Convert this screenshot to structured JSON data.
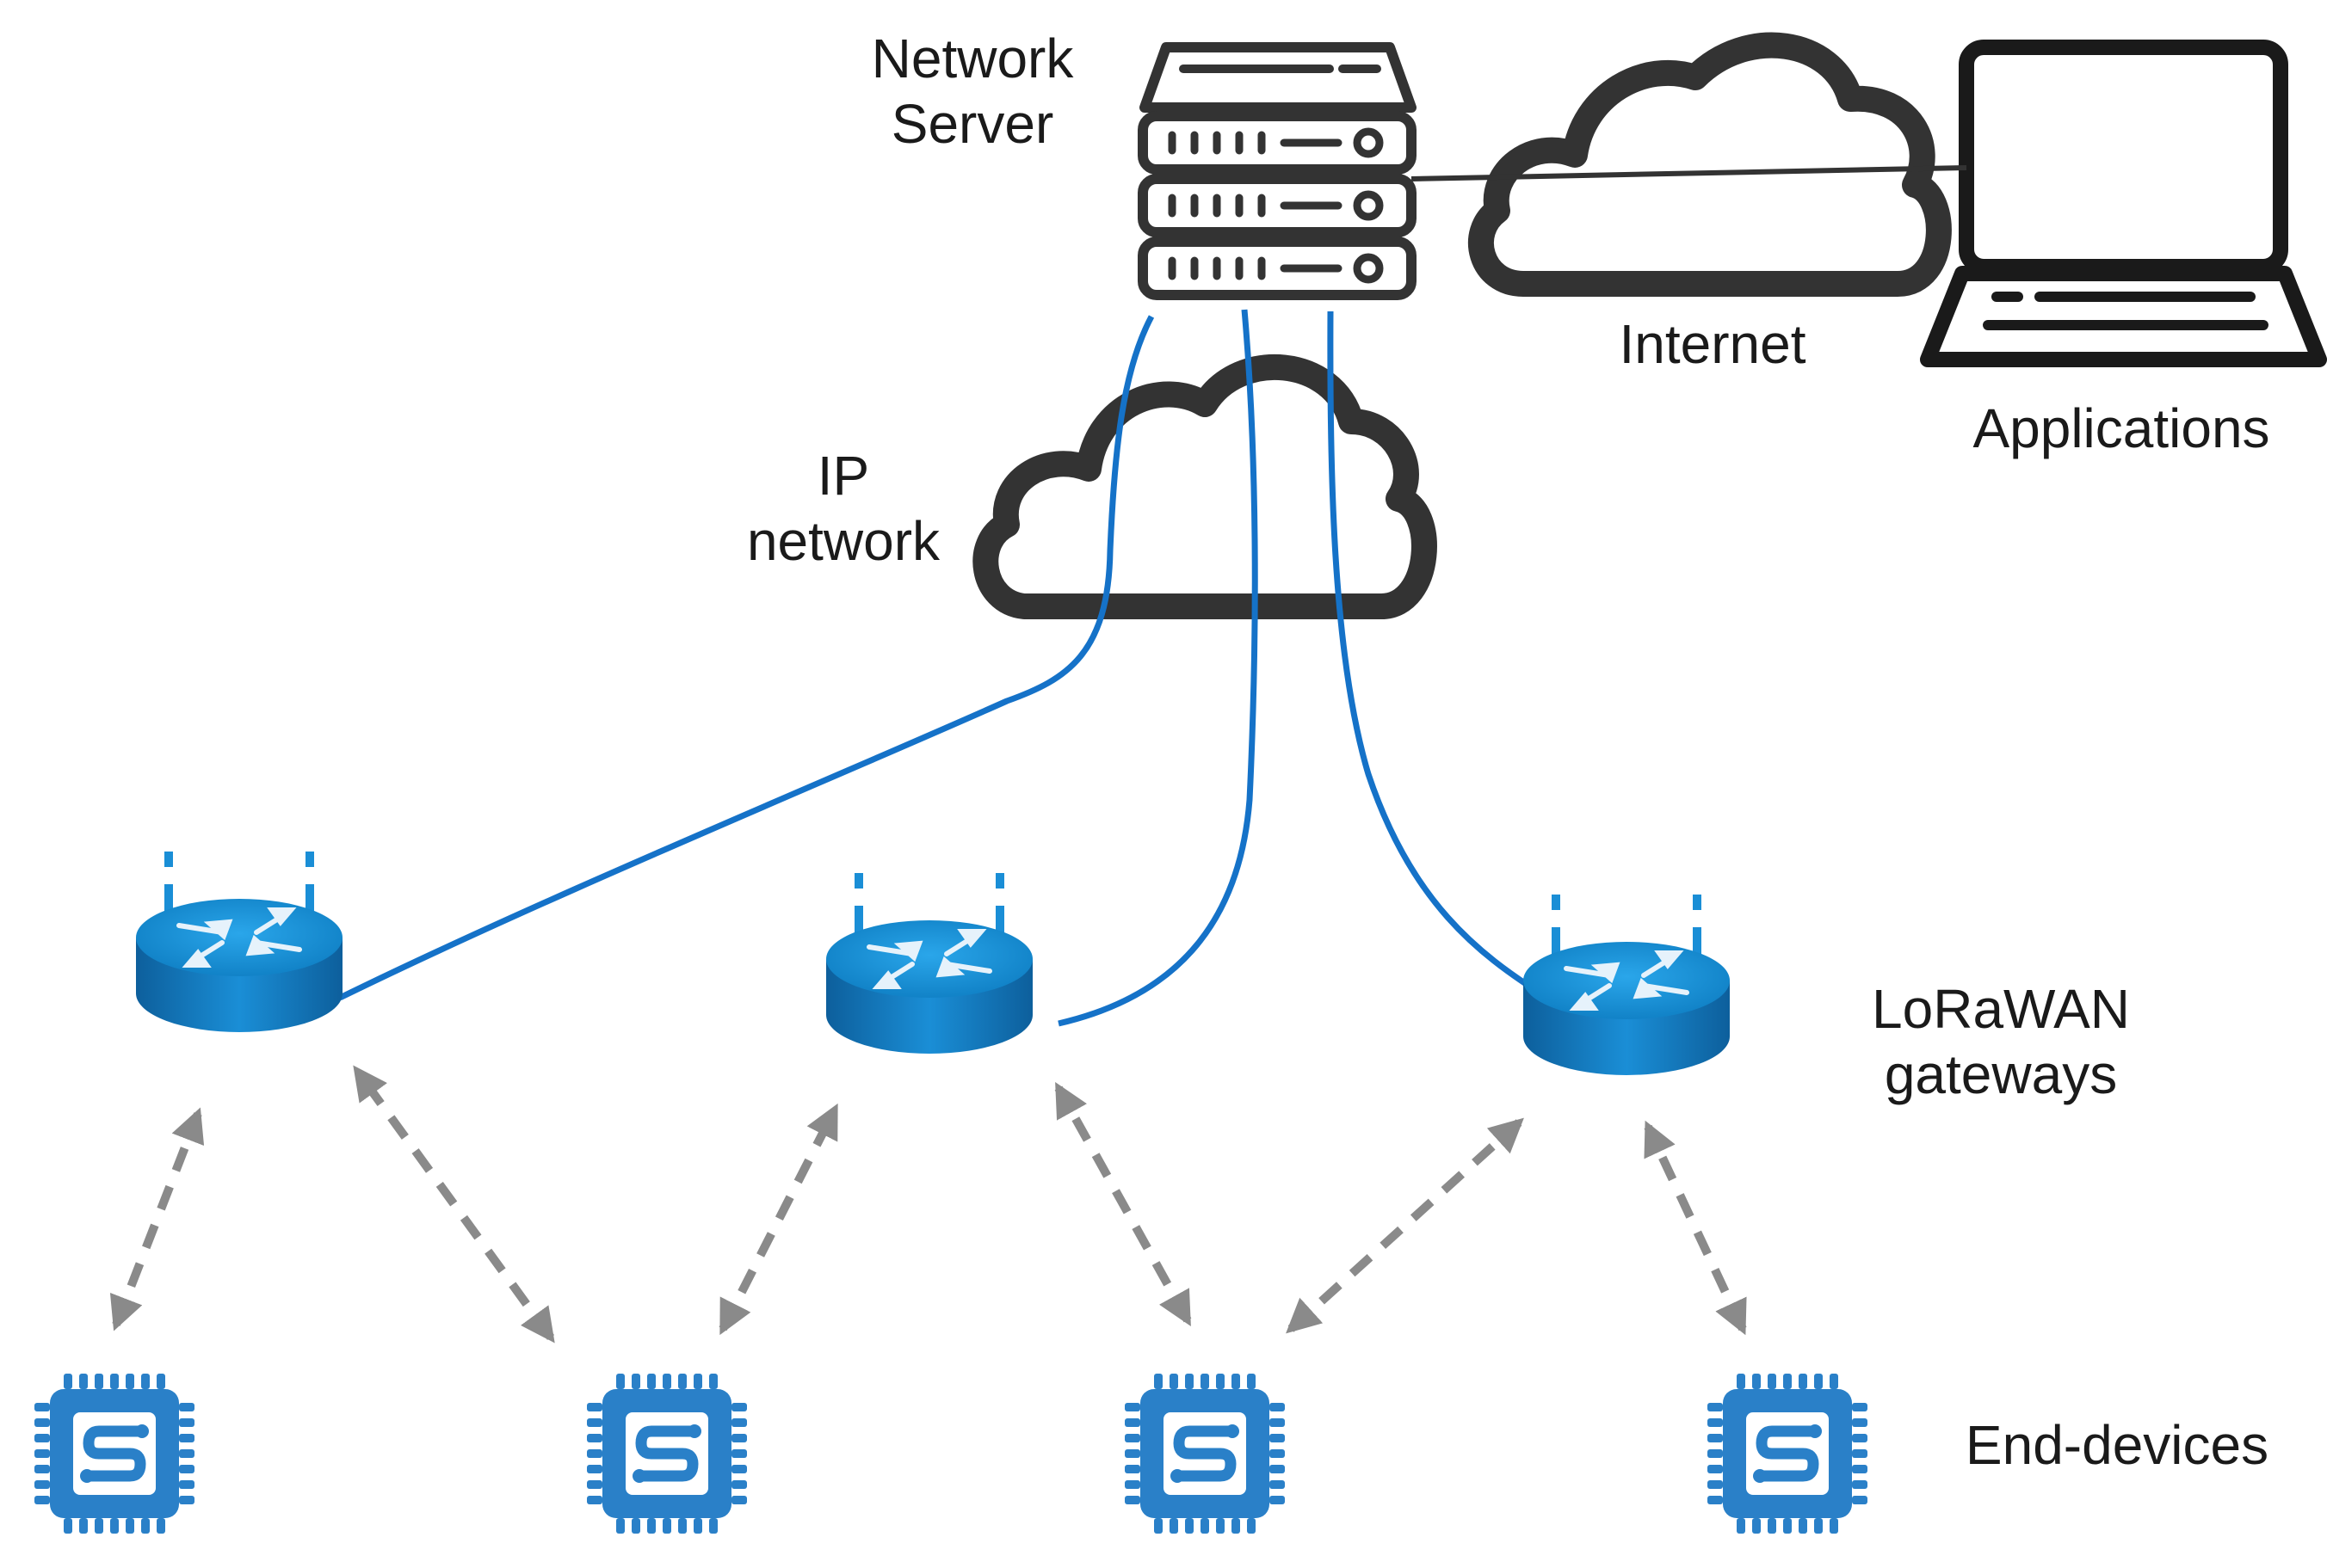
{
  "labels": {
    "network_server": [
      "Network",
      "Server"
    ],
    "internet": "Internet",
    "applications": "Applications",
    "ip_network": [
      "IP",
      "network"
    ],
    "gateways": [
      "LoRaWAN",
      "gateways"
    ],
    "end_devices": "End-devices"
  },
  "icons": {
    "server": "server-icon",
    "laptop": "laptop-icon",
    "cloud": "cloud-icon",
    "gateway": "router-icon",
    "end_device": "chip-icon"
  },
  "colors": {
    "outline": "#333333",
    "ip_link": "#1572c8",
    "radio_link": "#8a8a8a",
    "gateway_fill": "#1a8ed6",
    "chip_fill": "#2a80c8"
  }
}
